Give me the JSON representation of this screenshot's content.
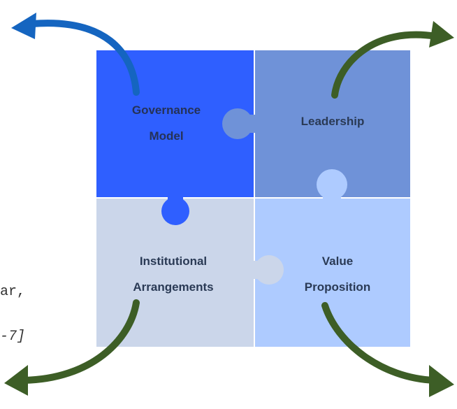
{
  "pieces": {
    "governance": {
      "line1": "Governance",
      "line2": "Model",
      "color": "#2f5fff"
    },
    "leadership": {
      "line1": "Leadership",
      "color": "#6f92d8"
    },
    "institutional": {
      "line1": "Institutional",
      "line2": "Arrangements",
      "color": "#cbd6ea"
    },
    "value": {
      "line1": "Value",
      "line2": "Proposition",
      "color": "#aecbff"
    }
  },
  "arrows": {
    "blue": "#1565c0",
    "green": "#3d5e26"
  },
  "fragments": {
    "line1": "ar,",
    "line2": "-7]"
  }
}
